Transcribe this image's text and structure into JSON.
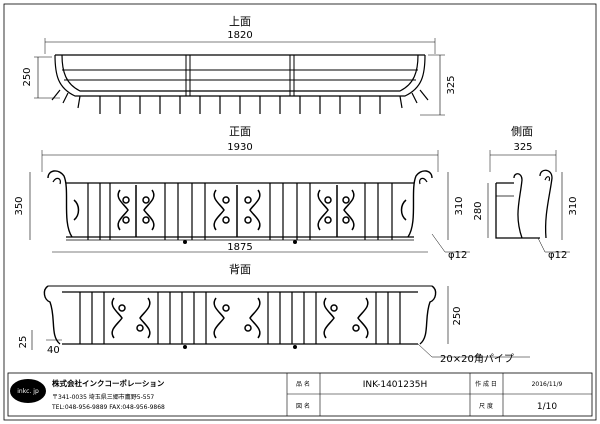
{
  "views": {
    "top": {
      "title": "上面",
      "width_dim": "1820",
      "left_dim": "250",
      "right_dim": "325"
    },
    "front": {
      "title": "正面",
      "overall_dim": "1930",
      "left_dim": "350",
      "right_dim": "310",
      "bottom_dim": "1875",
      "pipe_note": "φ12"
    },
    "side": {
      "title": "側面",
      "width_dim": "325",
      "left_dim": "280",
      "right_dim": "310",
      "pipe_note": "φ12"
    },
    "back": {
      "title": "背面",
      "right_dim": "250",
      "left_dim": "25",
      "bottom_dim": "40",
      "pipe_note": "20×20角パイプ"
    }
  },
  "title_block": {
    "logo": "inkc. jp",
    "company": "株式会社インクコーポレーション",
    "address": "〒341-0035 埼玉県三郷市鷹野5-557",
    "contact": "TEL:048-956-9889 FAX:048-956-9868",
    "label_name": "品 名",
    "product_code": "INK-1401235H",
    "label_date": "作 成 日",
    "date": "2016/11/9",
    "label_drawing": "図 名",
    "label_scale": "尺 度",
    "scale": "1/10"
  }
}
